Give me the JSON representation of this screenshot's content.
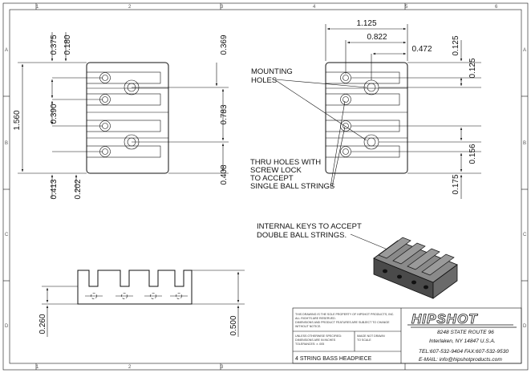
{
  "sheet": {
    "zone_columns": [
      "1",
      "2",
      "3",
      "4",
      "5",
      "6"
    ],
    "zone_rows": [
      "A",
      "B",
      "C",
      "D"
    ]
  },
  "left_view": {
    "dims_top": [
      "0.375",
      "0.180"
    ],
    "dims_left": [
      "1.560",
      "0.390",
      "0.413",
      "0.202"
    ],
    "dims_right": [
      "0.369",
      "0.783",
      "0.408"
    ]
  },
  "right_view": {
    "dims_top": [
      "1.125",
      "0.822",
      "0.472"
    ],
    "dims_right": [
      "0.125",
      "0.125",
      "0.156",
      "0.175"
    ],
    "notes": {
      "mounting": [
        "MOUNTING",
        "HOLES"
      ],
      "thru": [
        "THRU HOLES WITH",
        "SCREW LOCK",
        "TO ACCEPT",
        "SINGLE BALL STRINGS"
      ]
    }
  },
  "iso_view": {
    "note": [
      "INTERNAL KEYS TO ACCEPT",
      "DOUBLE BALL STRINGS."
    ]
  },
  "front_view": {
    "dims": [
      "0.260",
      "0.500"
    ]
  },
  "title_block": {
    "proprietary": [
      "THIS DRAWING IS THE SOLE PROPERTY OF HIPSHOT PRODUCTS, INC.",
      "ALL RIGHTS ARE RESERVED.",
      "DIMENSIONS AND PRODUCT FEATURES ARE SUBJECT TO CHANGE",
      "WITHOUT NOTICE."
    ],
    "tolerance": [
      "UNLESS OTHERWISE SPECIFIED:",
      "DIMENSIONS ARE IN INCHES",
      "TOLERANCES: ± .005"
    ],
    "scale_note": [
      "IMAGE NOT DRAWN",
      "TO SCALE"
    ],
    "part_name": "4 STRING BASS HEADPIECE",
    "logo": "HIPSHOT",
    "address": [
      "8248 STATE ROUTE 96",
      "Interlaken, NY 14847 U.S.A."
    ],
    "phone": "TEL:607-532-9404 FAX:607-532-9530",
    "email": "E-MAIL: info@hipshotproducts.com"
  }
}
